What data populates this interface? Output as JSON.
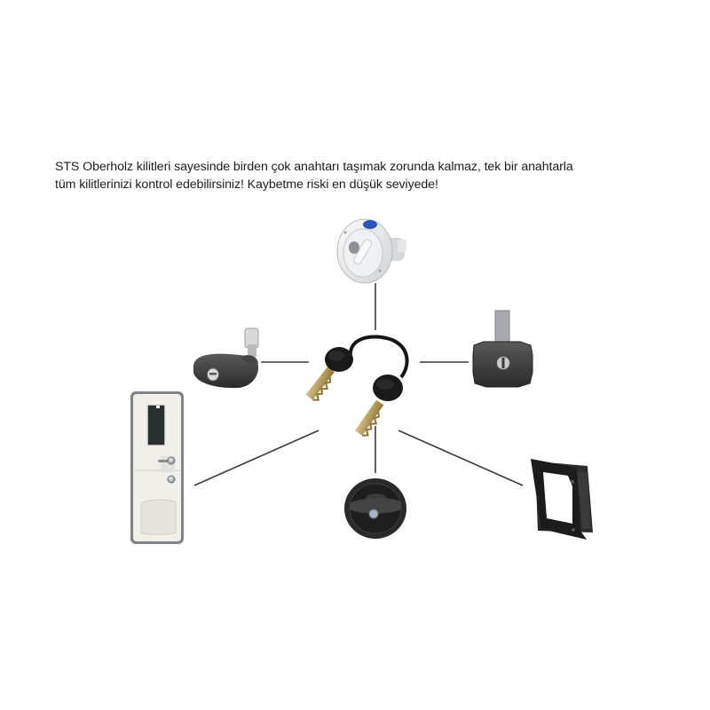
{
  "caption": {
    "line1": "STS Oberholz kilitleri sayesinde birden çok anahtarı taşımak zorunda kalmaz, tek bir anahtarla",
    "line2": "tüm kilitlerinizi kontrol edebilirsiniz! Kaybetme riski en düşük seviyede!"
  },
  "center": {
    "item": "key-pair-icon",
    "description": "Two black-head keys on a ring"
  },
  "products": [
    {
      "position": "top",
      "icon": "white-filler-cap-lock-icon",
      "accent_color": "#2b56b8"
    },
    {
      "position": "left",
      "icon": "dark-grey-handle-lock-icon"
    },
    {
      "position": "right",
      "icon": "black-square-cam-lock-icon"
    },
    {
      "position": "bottom-left",
      "icon": "white-caravan-door-icon"
    },
    {
      "position": "bottom",
      "icon": "round-black-door-lock-icon"
    },
    {
      "position": "bottom-right",
      "icon": "black-service-hatch-frame-icon"
    }
  ],
  "colors": {
    "background": "#ffffff",
    "text": "#1e1e1e",
    "connector": "#3a3a3a",
    "key_brass": "#b39a5a",
    "lock_black": "#2b2b2b"
  }
}
